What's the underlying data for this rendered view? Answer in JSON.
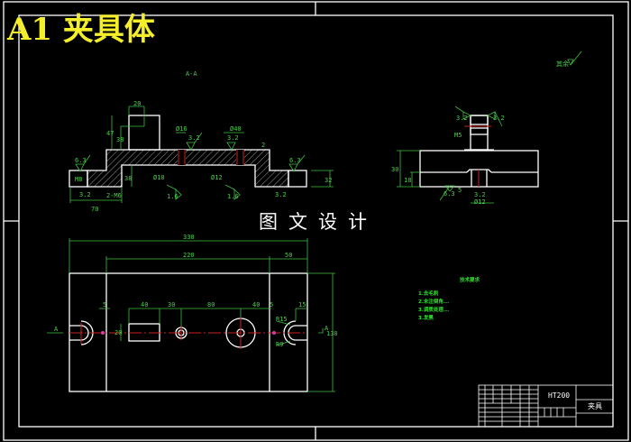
{
  "title": "A1 夹具体",
  "watermark": "图文设计",
  "section_label": "A-A",
  "roughness_other": "其余",
  "roughness_other_value": "",
  "front_view_dims": [
    "20",
    "47",
    "38",
    "Ø16",
    "Ø40",
    "3.2",
    "3.2",
    "2",
    "6.3",
    "6.3",
    "32",
    "38",
    "Ø10",
    "Ø12",
    "1.6",
    "1.6",
    "3.2",
    "3.2",
    "2-M6",
    "70",
    "M8"
  ],
  "side_view_dims": [
    "3.2",
    "3.2",
    "M5",
    "30",
    "18",
    "6.3",
    "5",
    "3.2",
    "Ø12"
  ],
  "plan_view_dims": [
    "330",
    "220",
    "50",
    "5",
    "40",
    "30",
    "80",
    "40",
    "5",
    "15",
    "R15",
    "R9",
    "20",
    "130",
    "A",
    "A"
  ],
  "notes": {
    "heading": "技术要求",
    "items": [
      "1.去毛刺",
      "2.未注倒角...",
      "3.调质处理...",
      "3.发黑"
    ]
  },
  "title_block": {
    "material": "HT200",
    "part_name": "夹具"
  },
  "colors": {
    "background": "#000000",
    "outline": "#ffffff",
    "dimension": "#3fbf3f",
    "centerline": "#d02020",
    "title": "#f4ef2a"
  }
}
